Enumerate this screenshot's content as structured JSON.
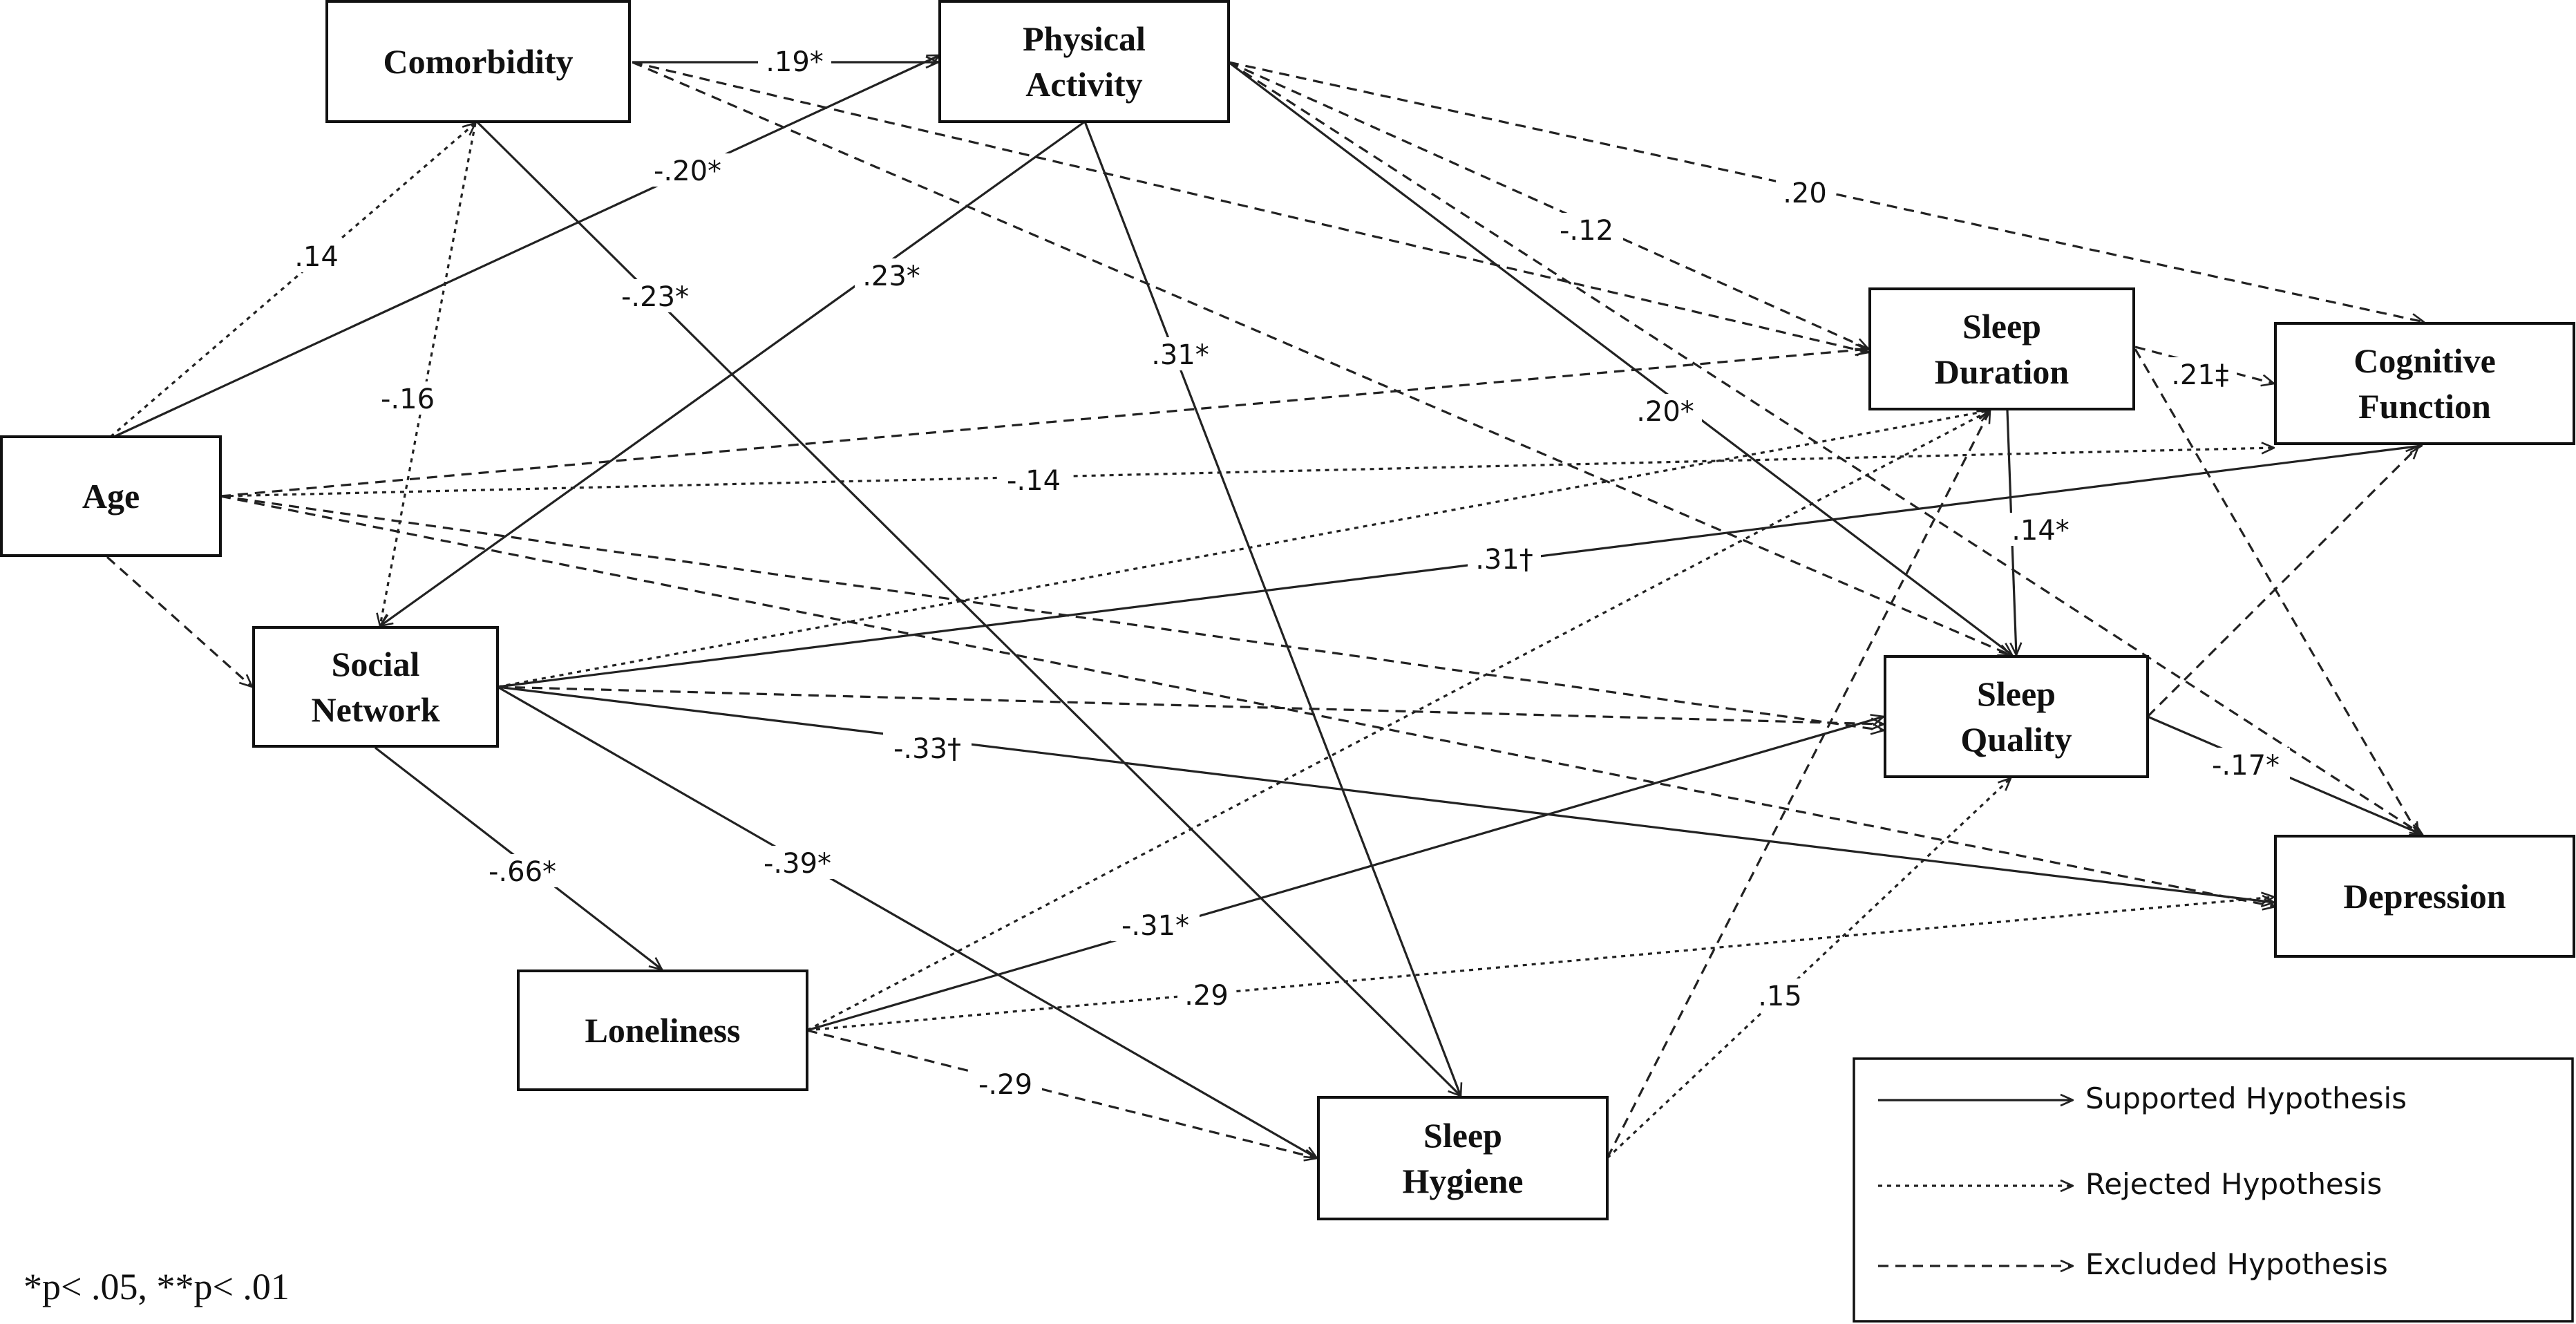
{
  "nodes": [
    {
      "id": "comorbidity",
      "lines": [
        "Comorbidity"
      ]
    },
    {
      "id": "physical-activity",
      "lines": [
        "Physical",
        "Activity"
      ]
    },
    {
      "id": "age",
      "lines": [
        "Age"
      ]
    },
    {
      "id": "social-network",
      "lines": [
        "Social",
        "Network"
      ]
    },
    {
      "id": "loneliness",
      "lines": [
        "Loneliness"
      ]
    },
    {
      "id": "sleep-hygiene",
      "lines": [
        "Sleep",
        "Hygiene"
      ]
    },
    {
      "id": "sleep-duration",
      "lines": [
        "Sleep",
        "Duration"
      ]
    },
    {
      "id": "sleep-quality",
      "lines": [
        "Sleep",
        "Quality"
      ]
    },
    {
      "id": "cognitive-function",
      "lines": [
        "Cognitive",
        "Function"
      ]
    },
    {
      "id": "depression",
      "lines": [
        "Depression"
      ]
    }
  ],
  "edges": [
    {
      "from": "comorbidity",
      "to": "physical-activity",
      "style": "supported",
      "label": ".19*"
    },
    {
      "from": "age",
      "to": "physical-activity",
      "style": "supported",
      "label": "-.20*"
    },
    {
      "from": "age",
      "to": "comorbidity",
      "style": "rejected",
      "label": ".14"
    },
    {
      "from": "comorbidity",
      "to": "social-network",
      "style": "rejected",
      "label": "-.16"
    },
    {
      "from": "comorbidity",
      "to": "sleep-hygiene",
      "style": "supported",
      "label": "-.23*"
    },
    {
      "from": "physical-activity",
      "to": "social-network",
      "style": "supported",
      "label": ".23*"
    },
    {
      "from": "physical-activity",
      "to": "sleep-hygiene",
      "style": "supported",
      "label": ".31*"
    },
    {
      "from": "physical-activity",
      "to": "sleep-quality",
      "style": "supported",
      "label": ".20*"
    },
    {
      "from": "physical-activity",
      "to": "sleep-duration",
      "style": "excluded",
      "label": "-.12"
    },
    {
      "from": "physical-activity",
      "to": "cognitive-function",
      "style": "excluded",
      "label": ".20"
    },
    {
      "from": "physical-activity",
      "to": "depression",
      "style": "excluded",
      "label": ""
    },
    {
      "from": "comorbidity",
      "to": "sleep-duration",
      "style": "excluded",
      "label": ""
    },
    {
      "from": "comorbidity",
      "to": "sleep-quality",
      "style": "excluded",
      "label": ""
    },
    {
      "from": "age",
      "to": "social-network",
      "style": "excluded",
      "label": ""
    },
    {
      "from": "age",
      "to": "sleep-duration",
      "style": "excluded",
      "label": ""
    },
    {
      "from": "age",
      "to": "cognitive-function",
      "style": "rejected",
      "label": "-.14"
    },
    {
      "from": "age",
      "to": "sleep-quality",
      "style": "excluded",
      "label": ""
    },
    {
      "from": "age",
      "to": "depression",
      "style": "excluded",
      "label": ""
    },
    {
      "from": "social-network",
      "to": "cognitive-function",
      "style": "supported",
      "label": ".31†"
    },
    {
      "from": "social-network",
      "to": "sleep-duration",
      "style": "rejected",
      "label": ""
    },
    {
      "from": "social-network",
      "to": "sleep-quality",
      "style": "excluded",
      "label": ""
    },
    {
      "from": "social-network",
      "to": "depression",
      "style": "supported",
      "label": "-.33†"
    },
    {
      "from": "social-network",
      "to": "loneliness",
      "style": "supported",
      "label": "-.66*"
    },
    {
      "from": "social-network",
      "to": "sleep-hygiene",
      "style": "supported",
      "label": "-.39*"
    },
    {
      "from": "loneliness",
      "to": "sleep-quality",
      "style": "supported",
      "label": "-.31*"
    },
    {
      "from": "loneliness",
      "to": "sleep-duration",
      "style": "rejected",
      "label": ""
    },
    {
      "from": "loneliness",
      "to": "depression",
      "style": "rejected",
      "label": ".29"
    },
    {
      "from": "loneliness",
      "to": "sleep-hygiene",
      "style": "excluded",
      "label": "-.29"
    },
    {
      "from": "sleep-hygiene",
      "to": "sleep-duration",
      "style": "excluded",
      "label": ""
    },
    {
      "from": "sleep-hygiene",
      "to": "sleep-quality",
      "style": "rejected",
      "label": ".15"
    },
    {
      "from": "sleep-duration",
      "to": "sleep-quality",
      "style": "supported",
      "label": ".14*"
    },
    {
      "from": "sleep-duration",
      "to": "cognitive-function",
      "style": "excluded",
      "label": ".21‡"
    },
    {
      "from": "sleep-duration",
      "to": "depression",
      "style": "excluded",
      "label": ""
    },
    {
      "from": "sleep-quality",
      "to": "cognitive-function",
      "style": "excluded",
      "label": ""
    },
    {
      "from": "sleep-quality",
      "to": "depression",
      "style": "supported",
      "label": "-.17*"
    }
  ],
  "legend": {
    "items": [
      {
        "style": "supported",
        "label": "Supported Hypothesis"
      },
      {
        "style": "rejected",
        "label": "Rejected Hypothesis"
      },
      {
        "style": "excluded",
        "label": "Excluded Hypothesis"
      }
    ]
  },
  "footnote": "*p< .05, **p< .01"
}
